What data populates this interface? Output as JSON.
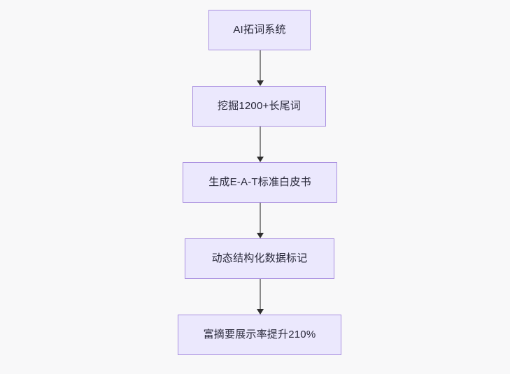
{
  "diagram": {
    "type": "flowchart",
    "direction": "top-to-bottom",
    "background_color": "#f8f8f9",
    "node_fill_color": "#ebe8fd",
    "node_border_color": "#a98fe0",
    "node_text_color": "#29293a",
    "edge_color": "#8a8a8a",
    "arrowhead_color": "#2e2e2e",
    "nodes": [
      {
        "id": "n1",
        "label": "AI拓词系统"
      },
      {
        "id": "n2",
        "label": "挖掘1200+长尾词"
      },
      {
        "id": "n3",
        "label": "生成E-A-T标准白皮书"
      },
      {
        "id": "n4",
        "label": "动态结构化数据标记"
      },
      {
        "id": "n5",
        "label": "富摘要展示率提升210%"
      }
    ],
    "edges": [
      {
        "id": "e1",
        "from": "n1",
        "to": "n2",
        "label": ""
      },
      {
        "id": "e2",
        "from": "n2",
        "to": "n3",
        "label": ""
      },
      {
        "id": "e3",
        "from": "n3",
        "to": "n4",
        "label": ""
      },
      {
        "id": "e4",
        "from": "n4",
        "to": "n5",
        "label": ""
      }
    ]
  }
}
